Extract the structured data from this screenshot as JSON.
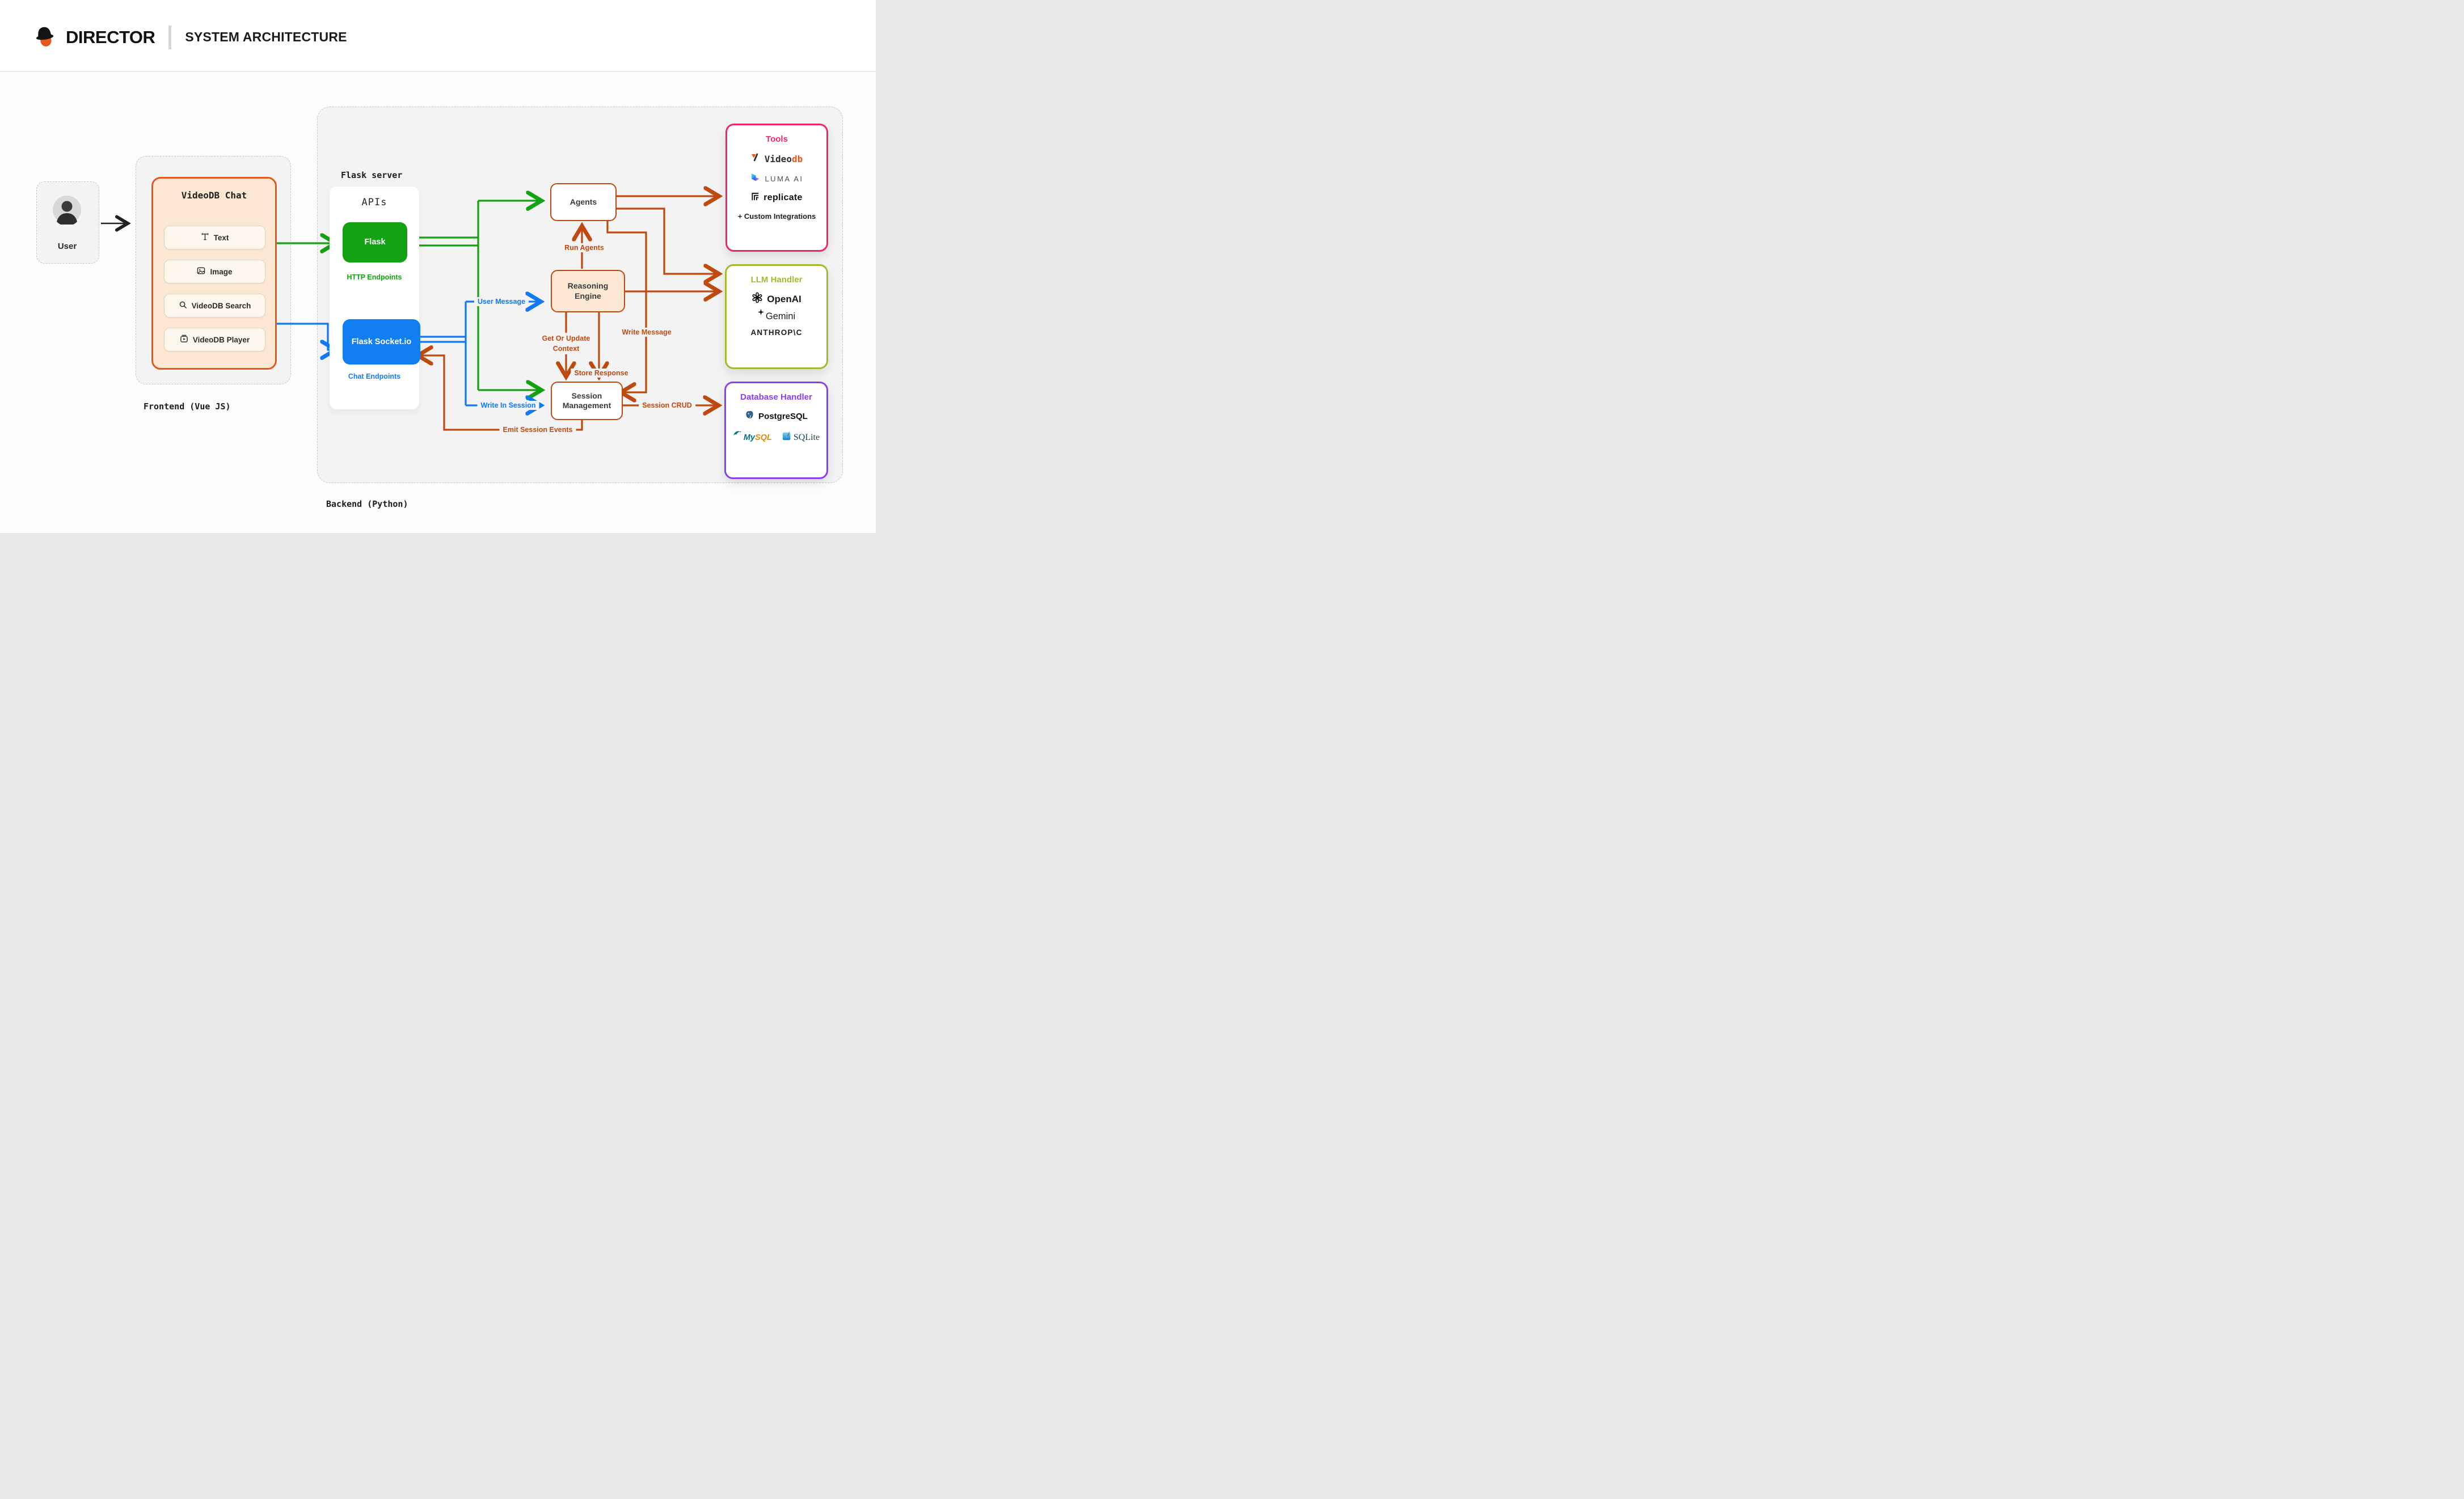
{
  "header": {
    "brand": "DIRECTOR",
    "title": "SYSTEM ARCHITECTURE"
  },
  "user": {
    "label": "User"
  },
  "frontend": {
    "caption": "Frontend (Vue JS)",
    "chat": {
      "title": "VideoDB Chat",
      "items": [
        {
          "label": "Text"
        },
        {
          "label": "Image"
        },
        {
          "label": "VideoDB Search"
        },
        {
          "label": "VideoDB Player"
        }
      ]
    }
  },
  "backend": {
    "caption": "Backend (Python)",
    "server_label": "Flask server",
    "apis_label": "APIs",
    "flask": {
      "label": "Flask",
      "caption": "HTTP Endpoints"
    },
    "socket": {
      "label": "Flask Socket.io",
      "caption": "Chat Endpoints"
    },
    "nodes": {
      "agents": "Agents",
      "reasoning": "Reasoning Engine",
      "session": "Session Management"
    }
  },
  "edges": {
    "run_agents": "Run Agents",
    "user_message": "User Message",
    "get_context": "Get Or Update Context",
    "store_response": "Store Response",
    "write_message": "Write Message",
    "write_in_session": "Write In Session",
    "emit_events": "Emit Session Events",
    "session_crud": "Session CRUD"
  },
  "tools": {
    "title": "Tools",
    "videodb": {
      "part1": "Video",
      "part2": "db"
    },
    "luma": "LUMA AI",
    "replicate": "replicate",
    "custom": "+ Custom Integrations"
  },
  "llm": {
    "title": "LLM Handler",
    "openai": "OpenAI",
    "gemini": "Gemini",
    "anthropic": "ANTHROP\\C"
  },
  "db": {
    "title": "Database Handler",
    "postgres": "PostgreSQL",
    "mysql": {
      "part1": "My",
      "part2": "SQL"
    },
    "sqlite": "SQLite"
  },
  "colors": {
    "green": "#12a212",
    "blue": "#1179f2",
    "orange": "#bf4a0f",
    "chat_accent": "#e4581c",
    "pink": "#ee2672",
    "olive": "#a9b72e",
    "purple": "#8a3ff2"
  }
}
